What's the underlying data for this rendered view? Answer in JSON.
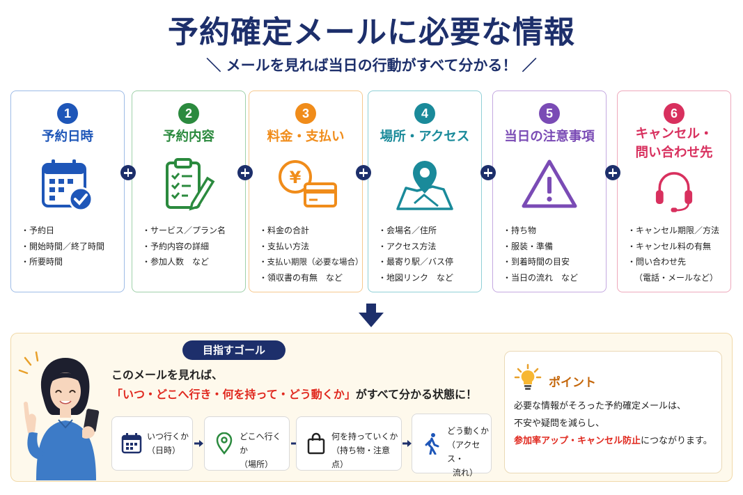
{
  "header": {
    "title": "予約確定メールに必要な情報",
    "subtitle": "＼ メールを見れば当日の行動がすべて分かる！ ／"
  },
  "cards": [
    {
      "num": "1",
      "title": "予約日時",
      "color": "#1e56b8",
      "icon": "calendar-check-icon",
      "items": [
        "・予約日",
        "・開始時間／終了時間",
        "・所要時間"
      ]
    },
    {
      "num": "2",
      "title": "予約内容",
      "color": "#2b8a3e",
      "icon": "clipboard-checklist-icon",
      "items": [
        "・サービス／プラン名",
        "・予約内容の詳細",
        "・参加人数　など"
      ]
    },
    {
      "num": "3",
      "title": "料金・支払い",
      "color": "#f08c1a",
      "icon": "yen-card-icon",
      "items": [
        "・料金の合計",
        "・支払い方法",
        "・支払い期限（必要な場合）",
        "・領収書の有無　など"
      ]
    },
    {
      "num": "4",
      "title": "場所・アクセス",
      "color": "#1a8a9a",
      "icon": "map-pin-icon",
      "items": [
        "・会場名／住所",
        "・アクセス方法",
        "・最寄り駅／バス停",
        "・地図リンク　など"
      ]
    },
    {
      "num": "5",
      "title": "当日の注意事項",
      "color": "#7a4bb5",
      "icon": "warning-icon",
      "items": [
        "・持ち物",
        "・服装・準備",
        "・到着時間の目安",
        "・当日の流れ　など"
      ]
    },
    {
      "num": "6",
      "title_line1": "キャンセル・",
      "title_line2": "問い合わせ先",
      "color": "#d8305e",
      "icon": "headset-icon",
      "items": [
        "・キャンセル期限／方法",
        "・キャンセル料の有無",
        "・問い合わせ先",
        "（電話・メールなど）"
      ]
    }
  ],
  "goal": {
    "badge": "目指すゴール",
    "line1": "このメールを見れば、",
    "line2_highlight": "「いつ・どこへ行き・何を持って・どう動くか」",
    "line2_rest": "がすべて分かる状態に！",
    "steps": [
      {
        "icon": "calendar-icon",
        "line1": "いつ行くか",
        "line2": "（日時）"
      },
      {
        "icon": "location-pin-icon",
        "line1": "どこへ行くか",
        "line2": "（場所）"
      },
      {
        "icon": "shopping-bag-icon",
        "line1": "何を持っていくか",
        "line2": "（持ち物・注意点）"
      },
      {
        "icon": "walking-person-icon",
        "line1": "どう動くか",
        "line2": "（アクセス・",
        "line3": "流れ）"
      }
    ]
  },
  "point": {
    "title": "ポイント",
    "line1": "必要な情報がそろった予約確定メールは、",
    "line2": "不安や疑問を減らし、",
    "line3_highlight": "参加率アップ・キャンセル防止",
    "line3_rest": "につながります。"
  },
  "colors": {
    "navy": "#1d2f6b",
    "red": "#e0281e",
    "panel_bg": "#fef9ec",
    "point_orange": "#c4660a"
  }
}
